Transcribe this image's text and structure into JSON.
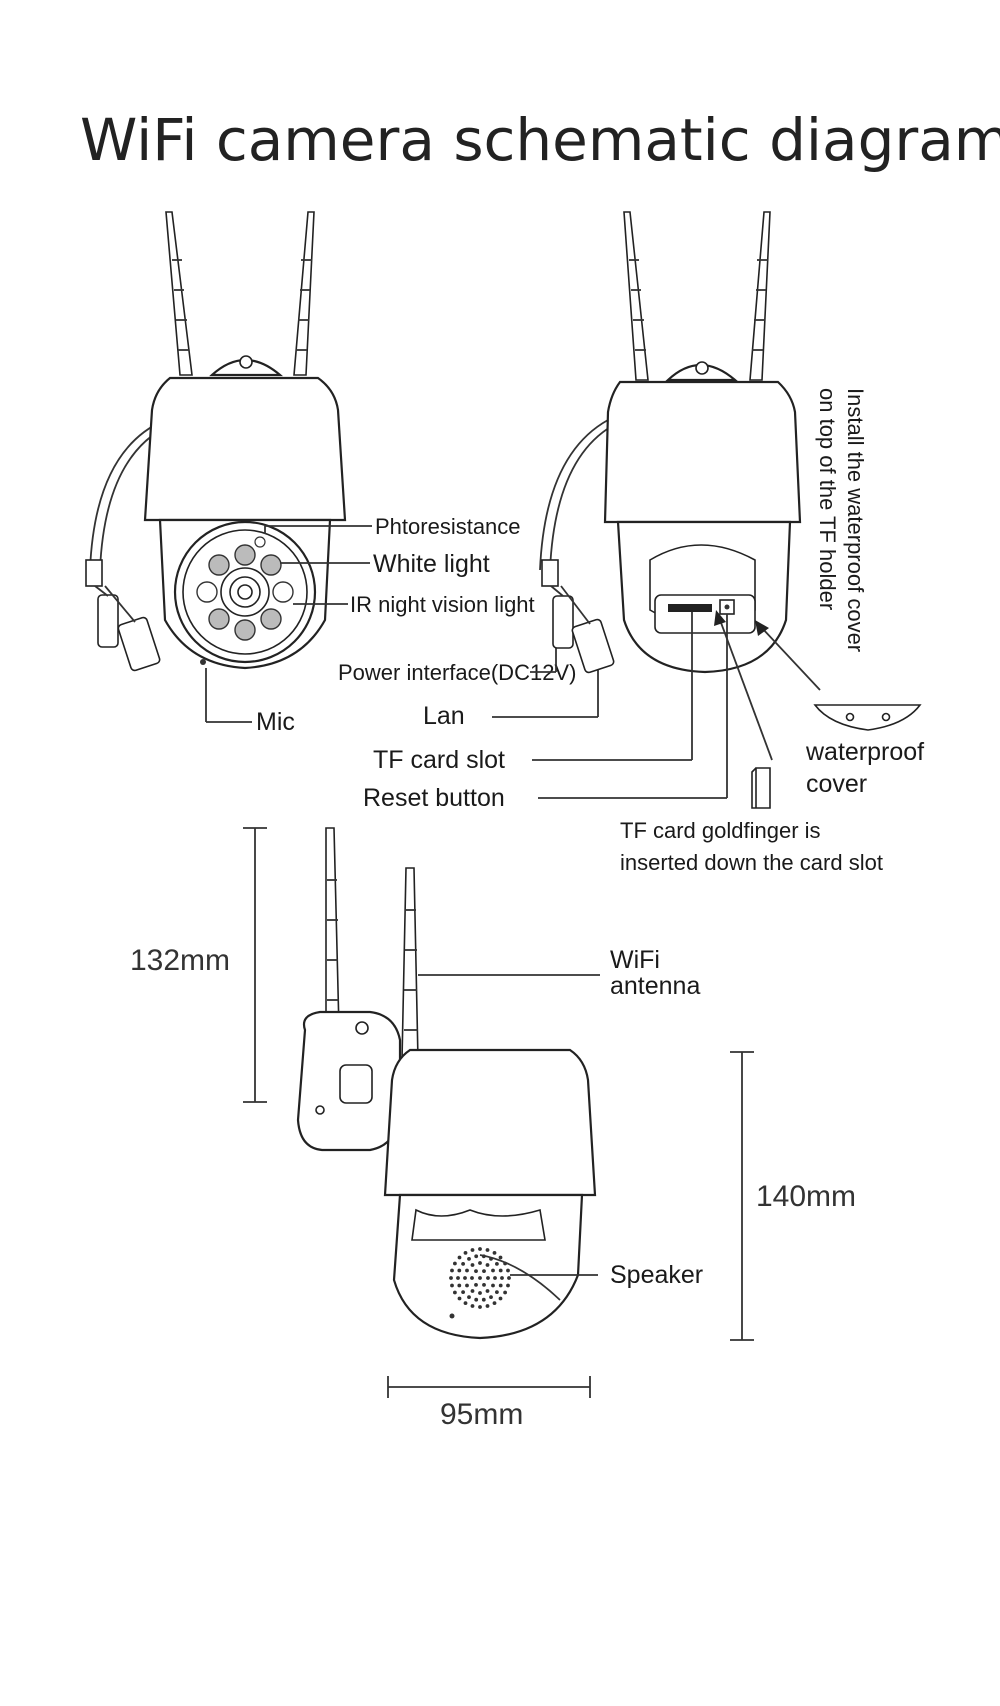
{
  "title": "WiFi camera schematic diagram",
  "labels": {
    "phtoresistance": "Phtoresistance",
    "white_light": "White light",
    "ir_night_vision_light": "IR night vision light",
    "power_interface": "Power interface(DC12V)",
    "mic": "Mic",
    "lan": "Lan",
    "tf_card_slot": "TF card slot",
    "reset_button": "Reset button",
    "waterproof_cover_line1": "waterproof",
    "waterproof_cover_line2": "cover",
    "install_note_line1": "Install the waterproof cover",
    "install_note_line2": "on top of the TF holder",
    "goldfinger_line1": "TF card goldfinger is",
    "goldfinger_line2": "inserted down the card slot",
    "wifi_antenna_line1": "WiFi",
    "wifi_antenna_line2": "antenna",
    "speaker": "Speaker"
  },
  "dimensions": {
    "antenna_height": "132mm",
    "body_height": "140mm",
    "body_width": "95mm"
  },
  "colors": {
    "line": "#333333",
    "background": "#ffffff"
  }
}
